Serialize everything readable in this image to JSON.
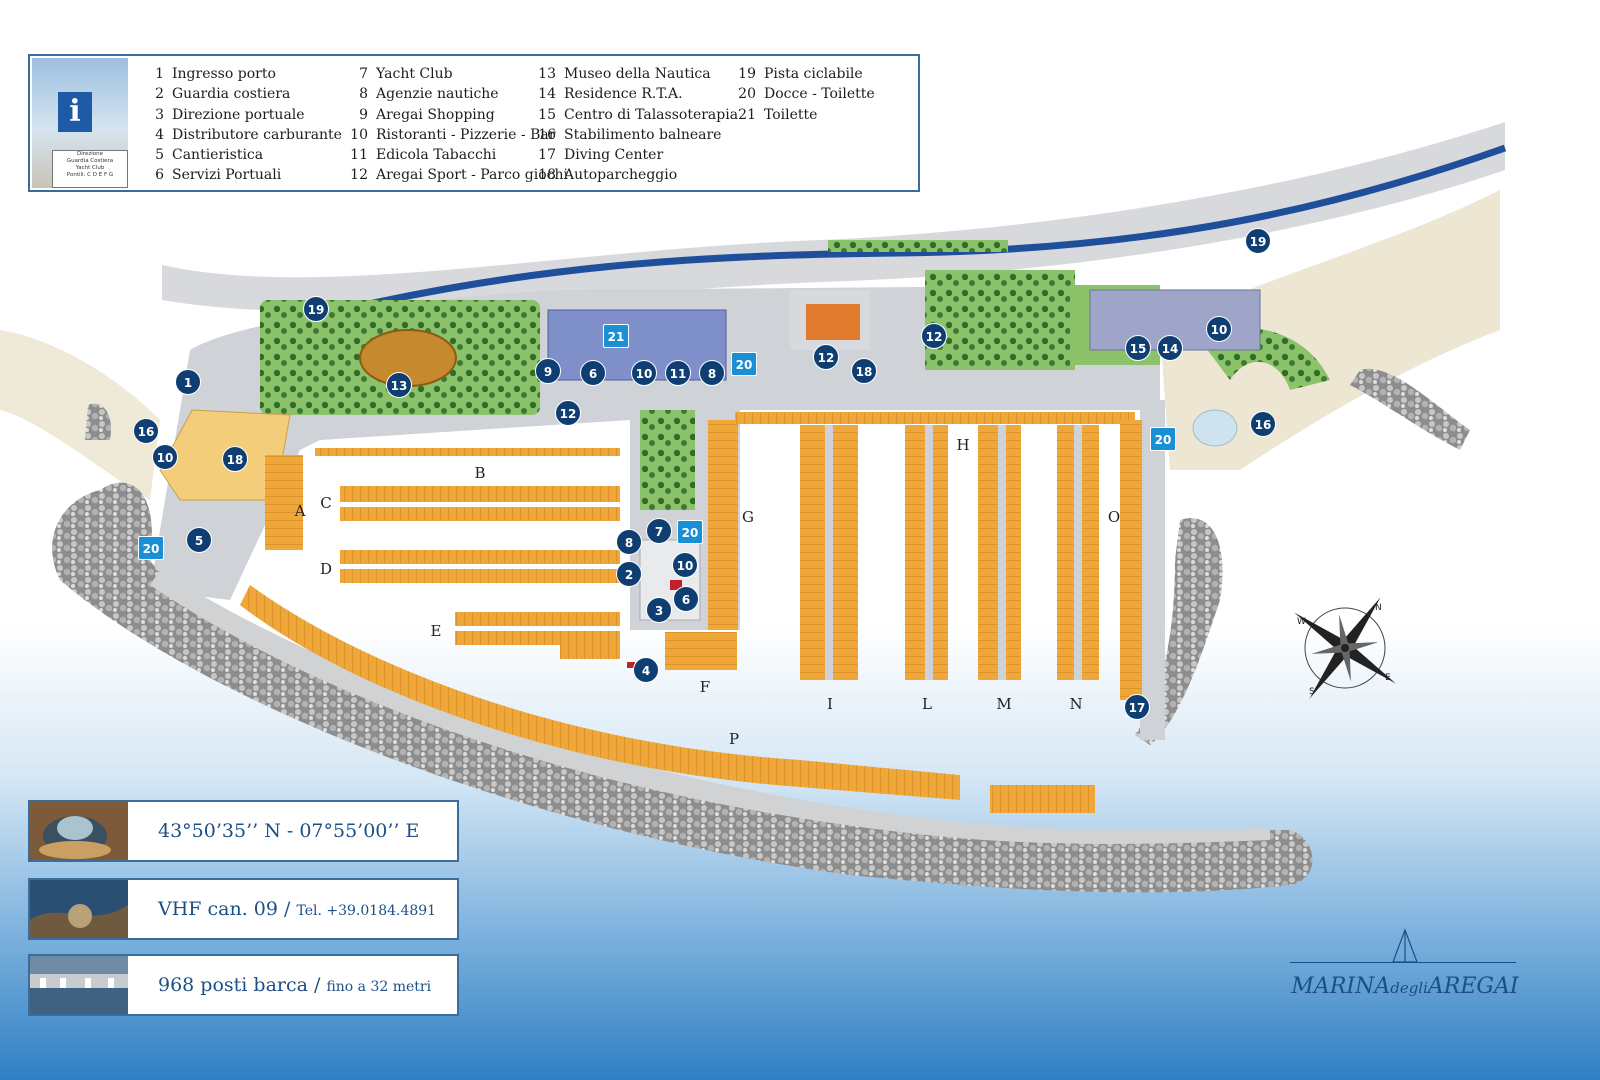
{
  "legend": {
    "columns": [
      [
        {
          "num": "1",
          "label": "Ingresso porto"
        },
        {
          "num": "2",
          "label": "Guardia costiera"
        },
        {
          "num": "3",
          "label": "Direzione portuale"
        },
        {
          "num": "4",
          "label": "Distributore carburante"
        },
        {
          "num": "5",
          "label": "Cantieristica"
        },
        {
          "num": "6",
          "label": "Servizi Portuali"
        }
      ],
      [
        {
          "num": "7",
          "label": "Yacht Club"
        },
        {
          "num": "8",
          "label": "Agenzie nautiche"
        },
        {
          "num": "9",
          "label": "Aregai Shopping"
        },
        {
          "num": "10",
          "label": "Ristoranti - Pizzerie - Bar"
        },
        {
          "num": "11",
          "label": "Edicola Tabacchi"
        },
        {
          "num": "12",
          "label": "Aregai Sport - Parco giochi"
        }
      ],
      [
        {
          "num": "13",
          "label": "Museo della Nautica"
        },
        {
          "num": "14",
          "label": "Residence R.T.A."
        },
        {
          "num": "15",
          "label": "Centro di Talassoterapia"
        },
        {
          "num": "16",
          "label": "Stabilimento balneare"
        },
        {
          "num": "17",
          "label": "Diving Center"
        },
        {
          "num": "18",
          "label": "Autoparcheggio"
        }
      ],
      [
        {
          "num": "19",
          "label": "Pista ciclabile"
        },
        {
          "num": "20",
          "label": "Docce - Toilette"
        },
        {
          "num": "21",
          "label": "Toilette"
        }
      ]
    ],
    "photo_sign": [
      "Direzione",
      "Guardia Costiera",
      "Yacht Club",
      "Pontili: C D E F G"
    ],
    "info_icon": "i"
  },
  "info": {
    "coords": "43°50’35’’ N - 07°55’00’’ E",
    "vhf": "VHF can. 09 /",
    "tel": "Tel. +39.0184.4891",
    "berths": "968 posti barca /",
    "length": "fino a 32 metri"
  },
  "piers": [
    {
      "id": "A",
      "label": "A"
    },
    {
      "id": "B",
      "label": "B"
    },
    {
      "id": "C",
      "label": "C"
    },
    {
      "id": "D",
      "label": "D"
    },
    {
      "id": "E",
      "label": "E"
    },
    {
      "id": "F",
      "label": "F"
    },
    {
      "id": "G",
      "label": "G"
    },
    {
      "id": "H",
      "label": "H"
    },
    {
      "id": "I",
      "label": "I"
    },
    {
      "id": "L",
      "label": "L"
    },
    {
      "id": "M",
      "label": "M"
    },
    {
      "id": "N",
      "label": "N"
    },
    {
      "id": "O",
      "label": "O"
    },
    {
      "id": "P",
      "label": "P"
    }
  ],
  "markers": [
    {
      "n": "19"
    },
    {
      "n": "19"
    },
    {
      "n": "21"
    },
    {
      "n": "13"
    },
    {
      "n": "1"
    },
    {
      "n": "16"
    },
    {
      "n": "10"
    },
    {
      "n": "18"
    },
    {
      "n": "20"
    },
    {
      "n": "5"
    },
    {
      "n": "9"
    },
    {
      "n": "6"
    },
    {
      "n": "10"
    },
    {
      "n": "11"
    },
    {
      "n": "8"
    },
    {
      "n": "20"
    },
    {
      "n": "12"
    },
    {
      "n": "12"
    },
    {
      "n": "18"
    },
    {
      "n": "12"
    },
    {
      "n": "15"
    },
    {
      "n": "14"
    },
    {
      "n": "10"
    },
    {
      "n": "16"
    },
    {
      "n": "20"
    },
    {
      "n": "7"
    },
    {
      "n": "20"
    },
    {
      "n": "8"
    },
    {
      "n": "10"
    },
    {
      "n": "2"
    },
    {
      "n": "6"
    },
    {
      "n": "3"
    },
    {
      "n": "4"
    },
    {
      "n": "17"
    }
  ],
  "compass": {
    "N": "N",
    "S": "S",
    "E": "E",
    "W": "W"
  },
  "logo": {
    "part1": "MARINA",
    "part2": "degli",
    "part3": "AREGAI"
  },
  "colors": {
    "pier": "#efa73a",
    "road": "#cfd2d6",
    "green": "#8cc26a",
    "building": "#7f8fc9",
    "marker": "#0f3e73",
    "marker_sq": "#1a8fd6",
    "parking": "#f3cd7a",
    "tennis": "#e07a2c",
    "frame": "#3a6c9c"
  }
}
